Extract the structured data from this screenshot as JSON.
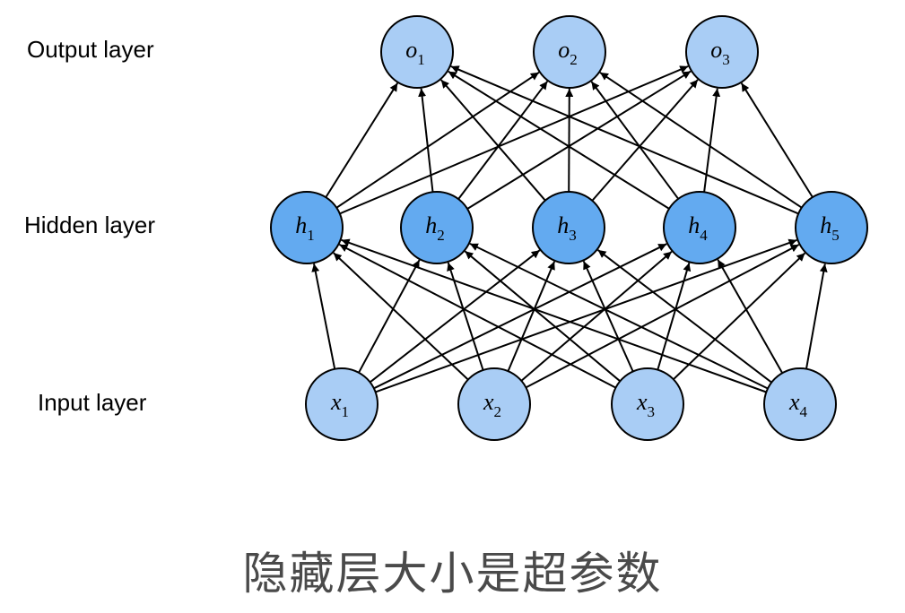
{
  "layer_labels": {
    "output": "Output layer",
    "hidden": "Hidden layer",
    "input": "Input layer"
  },
  "caption": "隐藏层大小是超参数",
  "colors": {
    "light_node": "#a9cdf5",
    "dark_node": "#63aaf0",
    "stroke": "#000000",
    "caption": "#4a4a4a"
  },
  "layers": [
    {
      "id": "input",
      "nodes": [
        {
          "sym": "x",
          "sub": "1"
        },
        {
          "sym": "x",
          "sub": "2"
        },
        {
          "sym": "x",
          "sub": "3"
        },
        {
          "sym": "x",
          "sub": "4"
        }
      ]
    },
    {
      "id": "hidden",
      "nodes": [
        {
          "sym": "h",
          "sub": "1"
        },
        {
          "sym": "h",
          "sub": "2"
        },
        {
          "sym": "h",
          "sub": "3"
        },
        {
          "sym": "h",
          "sub": "4"
        },
        {
          "sym": "h",
          "sub": "5"
        }
      ]
    },
    {
      "id": "output",
      "nodes": [
        {
          "sym": "o",
          "sub": "1"
        },
        {
          "sym": "o",
          "sub": "2"
        },
        {
          "sym": "o",
          "sub": "3"
        }
      ]
    }
  ],
  "connections": "fully-connected"
}
